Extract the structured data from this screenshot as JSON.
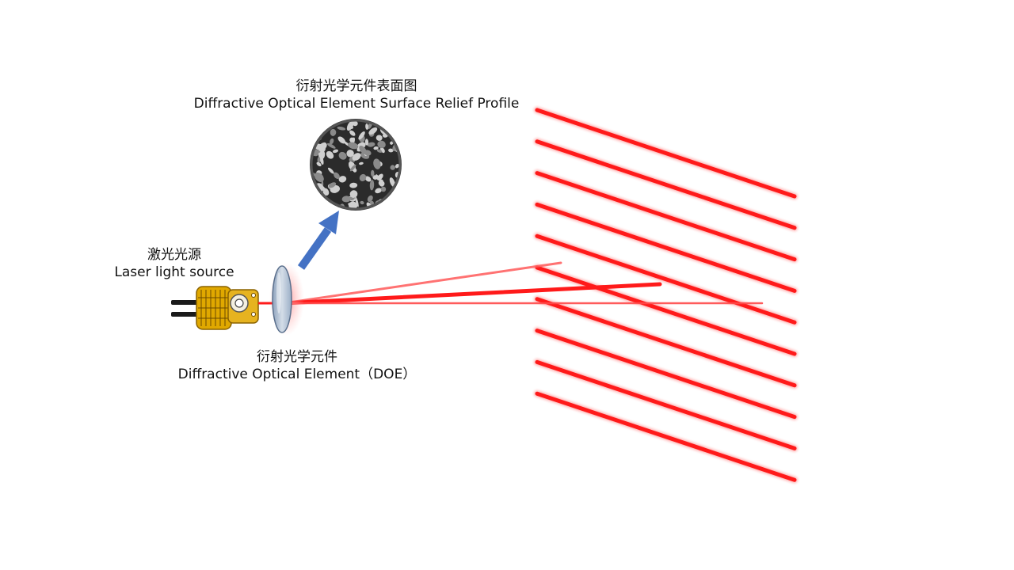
{
  "labels": {
    "profile": {
      "zh": "衍射光学元件表面图",
      "en": "Diffractive Optical Element Surface Relief Profile"
    },
    "laser": {
      "zh": "激光光源",
      "en": "Laser light source"
    },
    "doe": {
      "zh": "衍射光学元件",
      "en": "Diffractive Optical Element（DOE）"
    }
  },
  "pattern": {
    "line_count": 10
  },
  "colors": {
    "beam": "#ff1a1a",
    "arrow": "#4472c4",
    "laser_body": "#e0a800",
    "doe_lens": "#b9c6d6",
    "relief_dark": "#2b2b2b",
    "relief_light": "#cfcfcf"
  }
}
